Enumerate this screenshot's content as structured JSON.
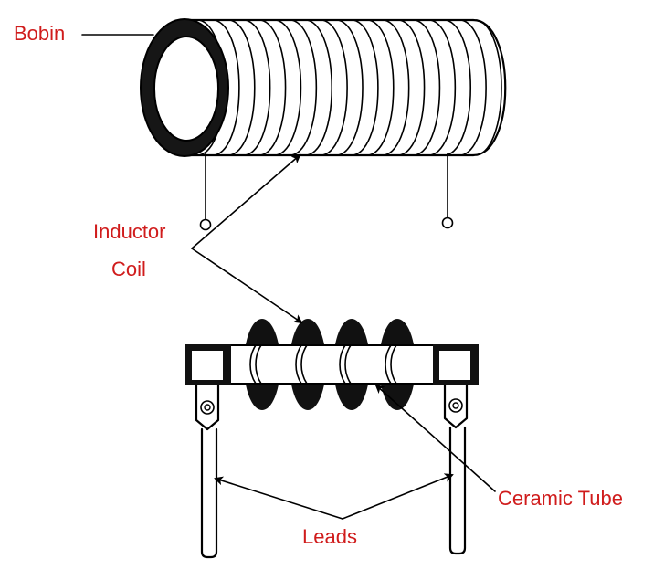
{
  "labels": {
    "bobin": "Bobin",
    "inductor_line1": "Inductor",
    "inductor_line2": "Coil",
    "ceramic_tube": "Ceramic Tube",
    "leads": "Leads"
  },
  "colors": {
    "label": "#d01c1c",
    "ink": "#000000",
    "background": "#ffffff"
  }
}
